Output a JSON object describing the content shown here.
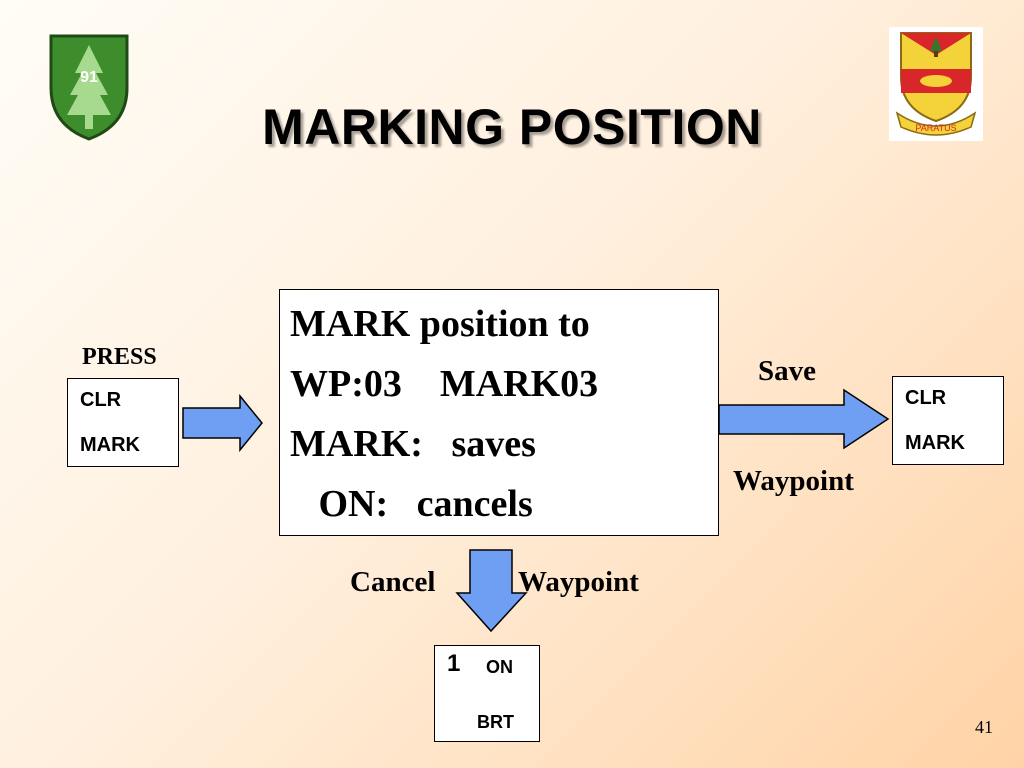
{
  "slide": {
    "title": "MARKING POSITION",
    "page_number": "41"
  },
  "logos": {
    "left_badge_number": "91",
    "right_crest_motto": "PARATUS"
  },
  "colors": {
    "arrow_fill": "#6f9ff2",
    "arrow_stroke": "#000000",
    "left_badge_green": "#3d8d2c",
    "crest_red": "#d8262b",
    "crest_yellow": "#f4d23a"
  },
  "left_panel": {
    "press_label": "PRESS",
    "button_line1": "CLR",
    "button_line2": "MARK"
  },
  "display": {
    "line1": "MARK position to",
    "line2": "WP:03    MARK03",
    "line3": "MARK:   saves",
    "line4": "   ON:   cancels"
  },
  "right_panel": {
    "label_top": "Save",
    "label_bottom": "Waypoint",
    "button_line1": "CLR",
    "button_line2": "MARK"
  },
  "bottom_panel": {
    "label_left": "Cancel",
    "label_right": "Waypoint",
    "button_number": "1",
    "button_on": "ON",
    "button_brt": "BRT"
  }
}
